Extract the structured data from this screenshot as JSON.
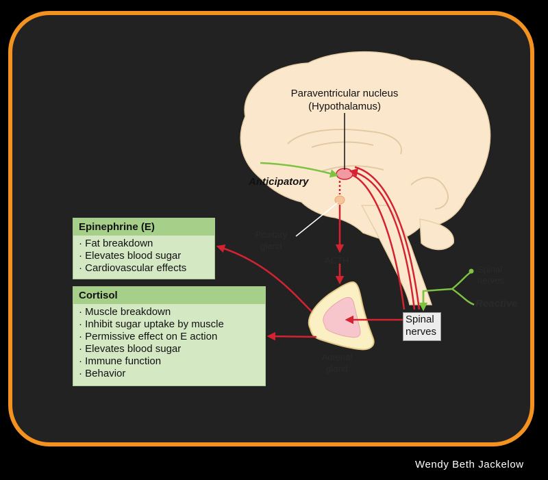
{
  "labels": {
    "paraventricular": "Paraventricular nucleus",
    "hypothalamus": "(Hypothalamus)",
    "anticipatory": "Anticipatory",
    "pituitary_1": "Pituitary",
    "pituitary_2": "gland",
    "acth": "ACTH",
    "adrenal_1": "Adrenal",
    "adrenal_2": "gland",
    "spinal_nerves_top_1": "Spinal",
    "spinal_nerves_top_2": "nerves",
    "reactive": "Reactive",
    "spinal_box_1": "Spinal",
    "spinal_box_2": "nerves"
  },
  "epinephrine": {
    "title": "Epinephrine (E)",
    "items": [
      "Fat breakdown",
      "Elevates blood sugar",
      "Cardiovascular effects"
    ]
  },
  "cortisol": {
    "title": "Cortisol",
    "items": [
      "Muscle breakdown",
      "Inhibit sugar uptake by muscle",
      "Permissive effect on E action",
      "Elevates blood sugar",
      "Immune function",
      "Behavior"
    ]
  },
  "credit": "Wendy Beth Jackelow",
  "colors": {
    "frame": "#f39220",
    "background": "#222222",
    "brain": "#fbe8cc",
    "arrow_red": "#d42231",
    "arrow_green": "#7dc242",
    "box_fill": "#d4e8c4",
    "box_header": "#a6d08a"
  }
}
